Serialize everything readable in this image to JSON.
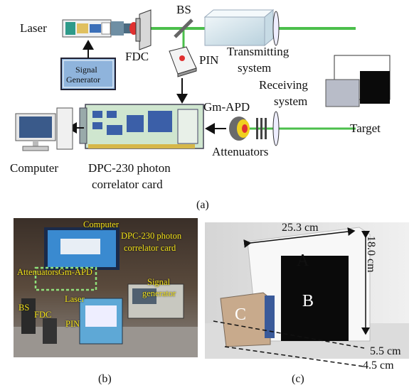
{
  "panel_a": {
    "labels": {
      "laser": "Laser",
      "bs": "BS",
      "fdc": "FDC",
      "pin": "PIN",
      "transmitting_1": "Transmitting",
      "transmitting_2": "system",
      "receiving_1": "Receiving",
      "receiving_2": "system",
      "gm_apd": "Gm-APD",
      "target": "Target",
      "attenuators": "Attenuators",
      "computer": "Computer",
      "dpc_1": "DPC-230 photon",
      "dpc_2": "correlator card",
      "signal_gen_1": "Signal",
      "signal_gen_2": "Generator"
    },
    "caption": "(a)"
  },
  "panel_b": {
    "labels": {
      "computer": "Computer",
      "dpc_1": "DPC-230 photon",
      "dpc_2": "correlator card",
      "attenuators": "Attenuators",
      "gm_apd": "Gm-APD",
      "signal_1": "Signal",
      "signal_2": "generator",
      "laser": "Laser",
      "bs": "BS",
      "fdc": "FDC",
      "pin": "PIN"
    },
    "caption": "(b)"
  },
  "panel_c": {
    "labels": {
      "a": "A",
      "b": "B",
      "c": "C",
      "width": "25.3 cm",
      "height": "18.0 cm",
      "depth_1": "5.5 cm",
      "depth_2": "4.5 cm"
    },
    "caption": "(c)"
  },
  "colors": {
    "beam": "#4bbf4b",
    "label_yellow": "#f2e21a",
    "signal_box": "#8fb4dc",
    "card_green": "#cfe6cf",
    "target_black": "#0a0a0a"
  }
}
